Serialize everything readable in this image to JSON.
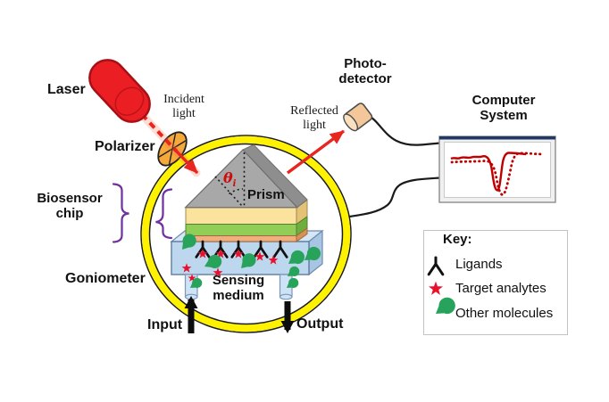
{
  "labels": {
    "laser": "Laser",
    "polarizer": "Polarizer",
    "incident_light": "Incident\nlight",
    "reflected_light": "Reflected\nlight",
    "photo_detector": "Photo-\ndetector",
    "computer_system": "Computer\nSystem",
    "biosensor_chip": "Biosensor\nchip",
    "goniometer": "Goniometer",
    "prism": "Prism",
    "theta_symbol": "θ",
    "theta_subscript": "i",
    "sensing_medium": "Sensing\nmedium",
    "input": "Input",
    "output": "Output"
  },
  "key": {
    "title": "Key:",
    "items": [
      {
        "icon": "ligand-icon",
        "label": "Ligands"
      },
      {
        "icon": "target-analyte-star-icon",
        "label": "Target analytes"
      },
      {
        "icon": "other-molecule-icon",
        "label": "Other molecules"
      }
    ]
  },
  "monitor": {
    "trace": "SPR reflectivity dip, solid and dotted red curves"
  },
  "colors": {
    "laser_red": "#EB1E23",
    "trace_red": "#C00000",
    "ring_yellow": "#FFF200",
    "star_red": "#E8112D",
    "molecule_green": "#27A35B",
    "brace_purple": "#7030A0",
    "prism_gray": "#A8A8A8",
    "glass_layer": "#FBE39E",
    "green_layer": "#90CE58",
    "adhesion_layer": "#F0AF7D",
    "flow_cell_blue": "#BDD7EE",
    "monitor_top_bar": "#1F3864"
  }
}
